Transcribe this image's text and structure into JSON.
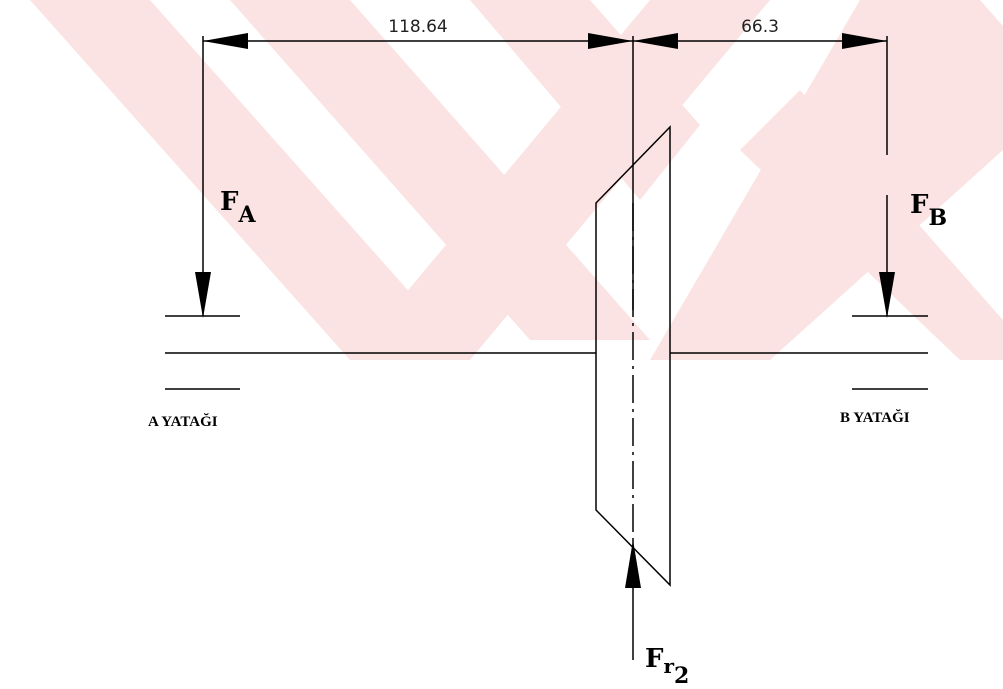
{
  "dimensions": {
    "left": "118.64",
    "right": "66.3"
  },
  "forces": {
    "fa": {
      "main": "F",
      "sub": "A"
    },
    "fb": {
      "main": "F",
      "sub": "B"
    },
    "fr2": {
      "main": "F",
      "sub": "r",
      "subsub": "2"
    }
  },
  "bearings": {
    "a": "A YATAĞI",
    "b": "B YATAĞI"
  },
  "colors": {
    "watermark": "#fbe3e3",
    "line": "#000000"
  }
}
